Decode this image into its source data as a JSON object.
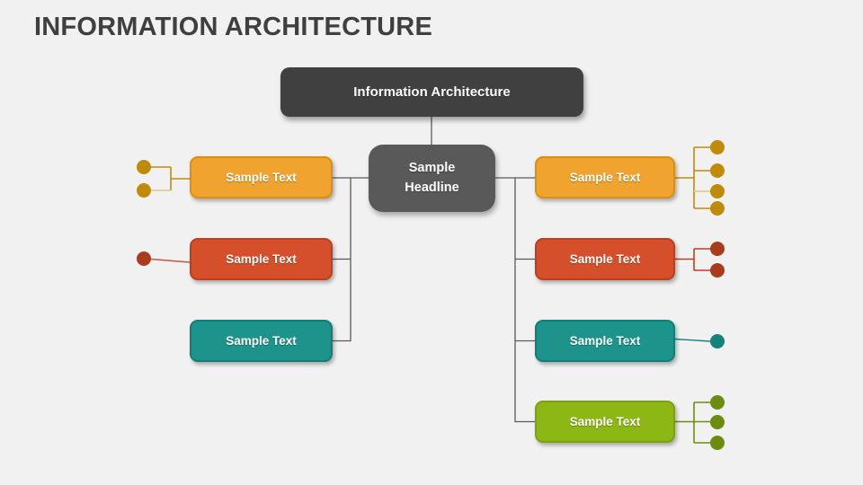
{
  "slide": {
    "title": "INFORMATION ARCHITECTURE",
    "background_color": "#F1F1F2",
    "title_color": "#3F3F40"
  },
  "diagram": {
    "root": {
      "label": "Information Architecture",
      "fill": "#404040",
      "text_color": "#FFFFFF"
    },
    "hub": {
      "label": "Sample\nHeadline",
      "fill": "#595959",
      "text_color": "#FFFFFF"
    },
    "connector_color": "#595959",
    "left_nodes": [
      {
        "label": "Sample Text",
        "fill": "#F0A32E",
        "border": "#DD8E0B",
        "bullet_count": 2,
        "bullet_color": "#BF8B09"
      },
      {
        "label": "Sample Text",
        "fill": "#D5502A",
        "border": "#BC3F1D",
        "bullet_count": 1,
        "bullet_color": "#A83C1D"
      },
      {
        "label": "Sample Text",
        "fill": "#1D948B",
        "border": "#0E7F76",
        "bullet_count": 0,
        "bullet_color": "#15837B"
      }
    ],
    "right_nodes": [
      {
        "label": "Sample Text",
        "fill": "#F0A32E",
        "border": "#DD8E0B",
        "bullet_count": 4,
        "bullet_color": "#BF8B09"
      },
      {
        "label": "Sample Text",
        "fill": "#D5502A",
        "border": "#BC3F1D",
        "bullet_count": 2,
        "bullet_color": "#A83C1D"
      },
      {
        "label": "Sample Text",
        "fill": "#1D948B",
        "border": "#0E7F76",
        "bullet_count": 1,
        "bullet_color": "#15837B"
      },
      {
        "label": "Sample Text",
        "fill": "#8DB714",
        "border": "#7BA20D",
        "bullet_count": 3,
        "bullet_color": "#6C8C0F"
      }
    ]
  }
}
